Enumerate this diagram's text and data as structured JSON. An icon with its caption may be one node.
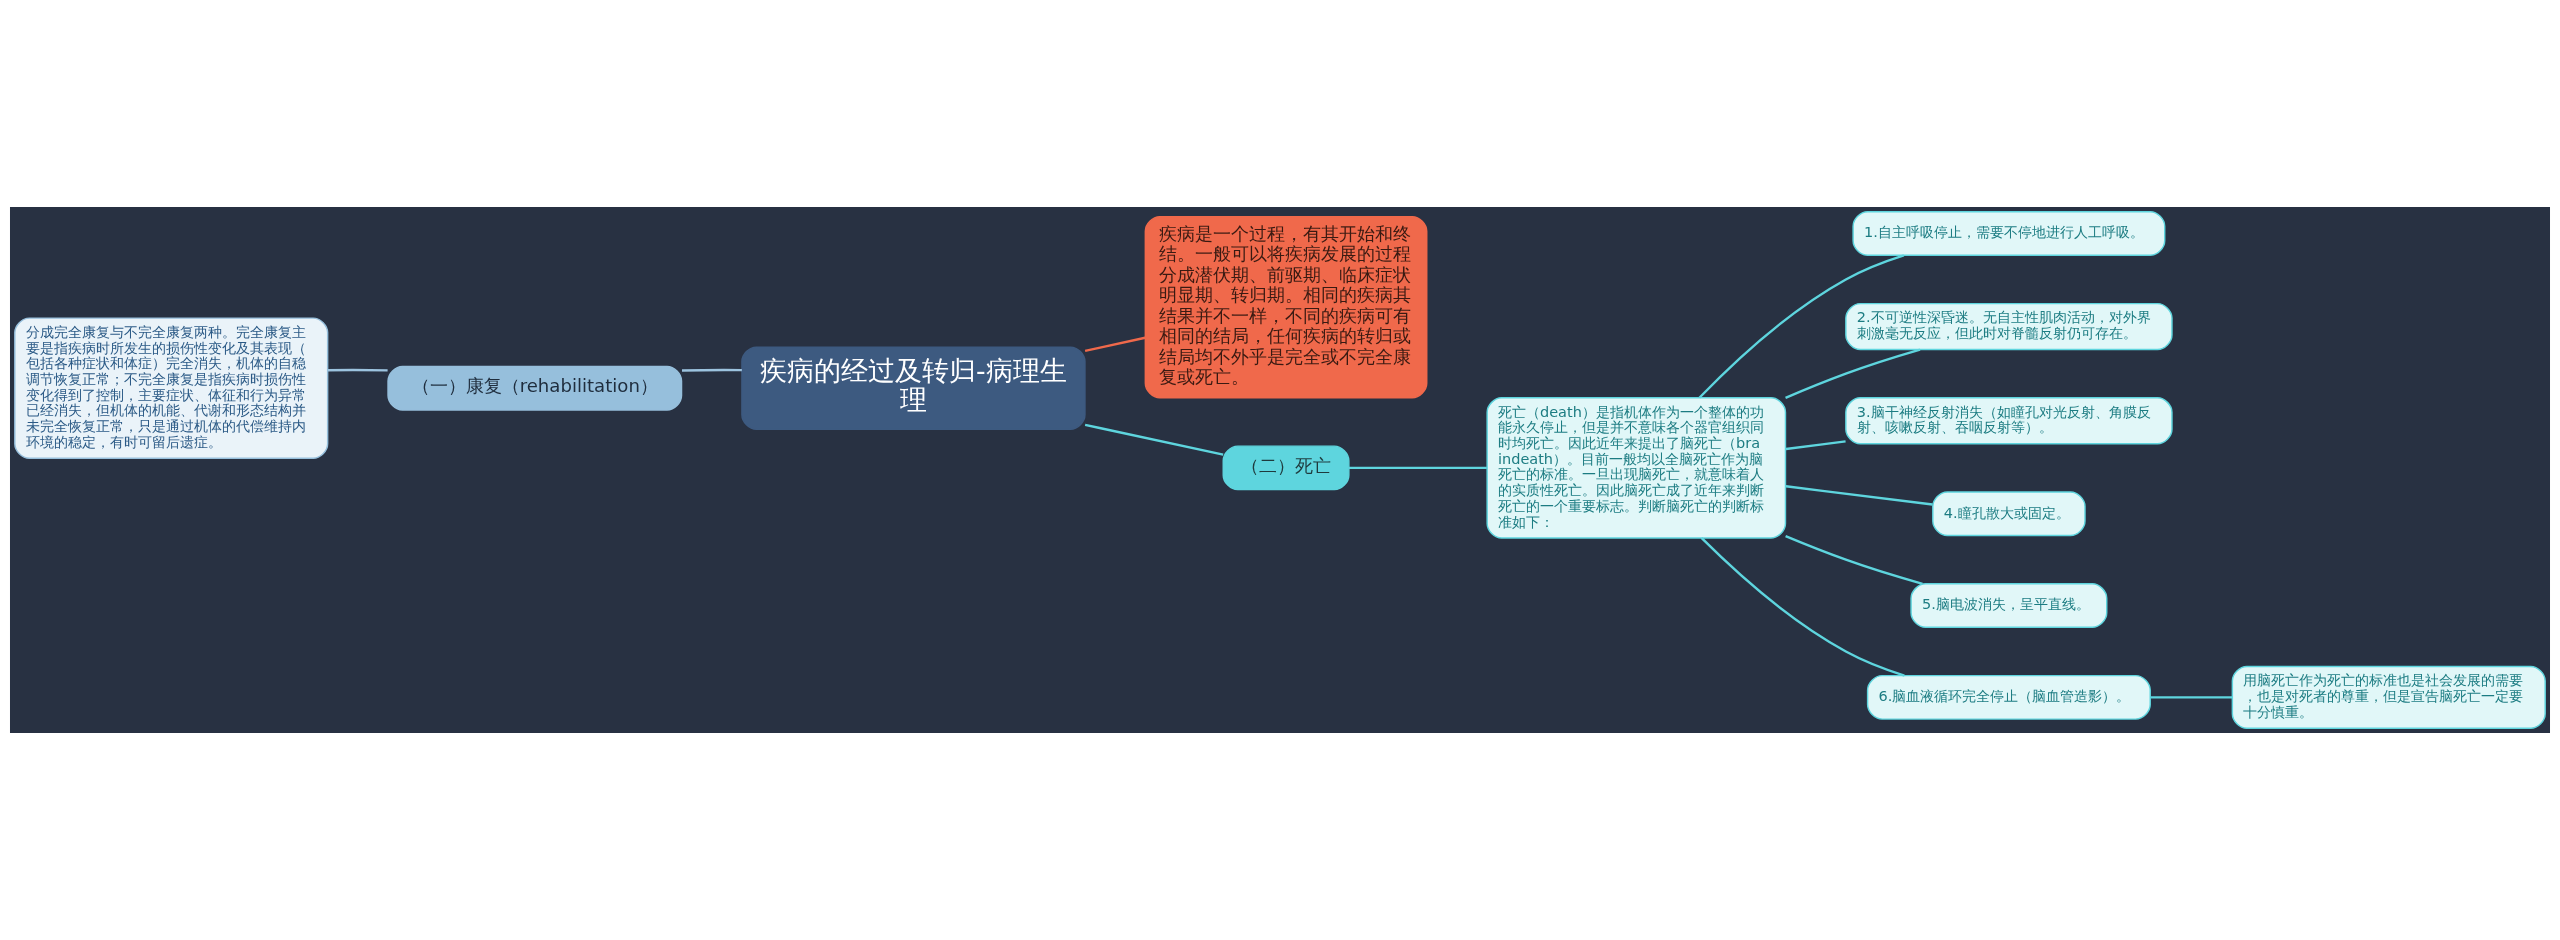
{
  "diagram": {
    "nodes": [
      {
        "text": [
          "疾病的经过及转归-病理生理"
        ]
      },
      {
        "text": [
          "（一）康复（rehabilitation）"
        ]
      },
      {
        "text": [
          "分成完全康复与不完全康复两种。完全康复主要是指疾病时所发生的损伤性变化及其表现（包括各种症状和体症）完全消失，机体的自稳调节恢复正常；不完全康复是指疾病时损伤性变化得到了控制，主要症状、体征和行为异常已经消失，但机体的机能、代谢和形态结构并未完全恢复正常，只是通过机体的代偿维持内环境的稳定，有时可留后遗症。"
        ]
      },
      {
        "text": [
          "疾病是一个过程，有其开始和终结。一般可以将疾病发展的过程分成潜伏期、前驱期、临床症状明显期、转归期。相同的疾病其结果并不一样，不同的疾病可有相同的结局，任何疾病的转归或结局均不外乎是完全或不完全康复或死亡。"
        ]
      },
      {
        "text": [
          "（二）死亡"
        ]
      },
      {
        "text": [
          "死亡（death）是指机体作为一个整体的功能永久停止，但是并不意味各个器官组织同时均死亡。因此近年来提出了脑死亡（braindeath）。目前一般均以全脑死亡作为脑死亡的标准。一旦出现脑死亡，就意味着人的实质性死亡。因此脑死亡成了近年来判断死亡的一个重要标志。判断脑死亡的判断标准如下："
        ]
      },
      {
        "text": [
          "1.自主呼吸停止，需要不停地进行人工呼吸。"
        ]
      },
      {
        "text": [
          "2.不可逆性深昏迷。无自主性肌肉活动，对外界刺激毫无反应，但此时对脊髓反射仍可存在。"
        ]
      },
      {
        "text": [
          "3.脑干神经反射消失（如瞳孔对光反射、角膜反射、咳嗽反射、吞咽反射等）。"
        ]
      },
      {
        "text": [
          "4.瞳孔散大或固定。"
        ]
      },
      {
        "text": [
          "5.脑电波消失，呈平直线。"
        ]
      },
      {
        "text": [
          "6.脑血液循环完全停止（脑血管造影）。"
        ]
      },
      {
        "text": [
          "用脑死亡作为死亡的标准也是社会发展的需要，也是对死者的尊重，但是宣告脑死亡一定要十分慎重。"
        ]
      }
    ],
    "edges": [
      {
        "from": 0,
        "to": 1,
        "arrow": "none",
        "color": "#9cc3df"
      },
      {
        "from": 1,
        "to": 2,
        "arrow": "none",
        "color": "#9cc3df"
      },
      {
        "from": 0,
        "to": 3,
        "arrow": "none",
        "color": "#f0694b"
      },
      {
        "from": 0,
        "to": 4,
        "arrow": "none"
      },
      {
        "from": 4,
        "to": 5,
        "arrow": "none"
      },
      {
        "from": 5,
        "to": 6,
        "arrow": "none"
      },
      {
        "from": 5,
        "to": 7,
        "arrow": "none"
      },
      {
        "from": 5,
        "to": 8,
        "arrow": "none"
      },
      {
        "from": 5,
        "to": 9,
        "arrow": "none"
      },
      {
        "from": 5,
        "to": 10,
        "arrow": "none"
      },
      {
        "from": 5,
        "to": 11,
        "arrow": "none"
      },
      {
        "from": 11,
        "to": 12,
        "arrow": "none"
      }
    ]
  }
}
